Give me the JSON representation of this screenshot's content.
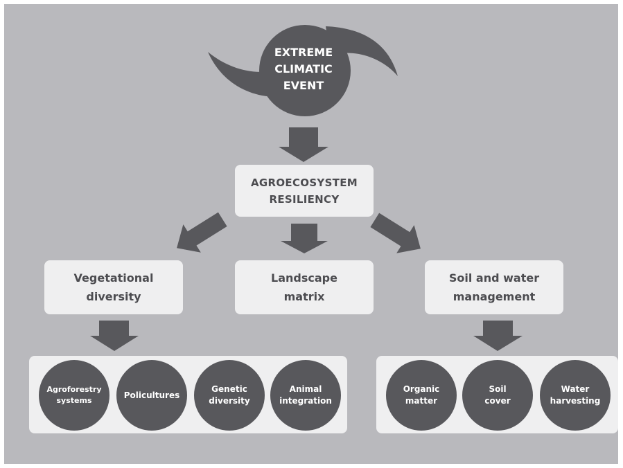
{
  "event": {
    "label": "EXTREME\nCLIMATIC\nEVENT"
  },
  "core": {
    "label": "AGROECOSYSTEM\nRESILIENCY"
  },
  "branches": [
    {
      "label": "Vegetational\ndiversity"
    },
    {
      "label": "Landscape\nmatrix"
    },
    {
      "label": "Soil and water\nmanagement"
    }
  ],
  "vegetational_practices": [
    {
      "label": "Agroforestry\nsystems"
    },
    {
      "label": "Policultures"
    },
    {
      "label": "Genetic\ndiversity"
    },
    {
      "label": "Animal\nintegration"
    }
  ],
  "soil_water_practices": [
    {
      "label": "Organic\nmatter"
    },
    {
      "label": "Soil\ncover"
    },
    {
      "label": "Water\nharvesting"
    }
  ],
  "colors": {
    "background": "#b9b9bd",
    "box": "#efeff0",
    "dark": "#58585c",
    "text": "#4c4c50"
  }
}
